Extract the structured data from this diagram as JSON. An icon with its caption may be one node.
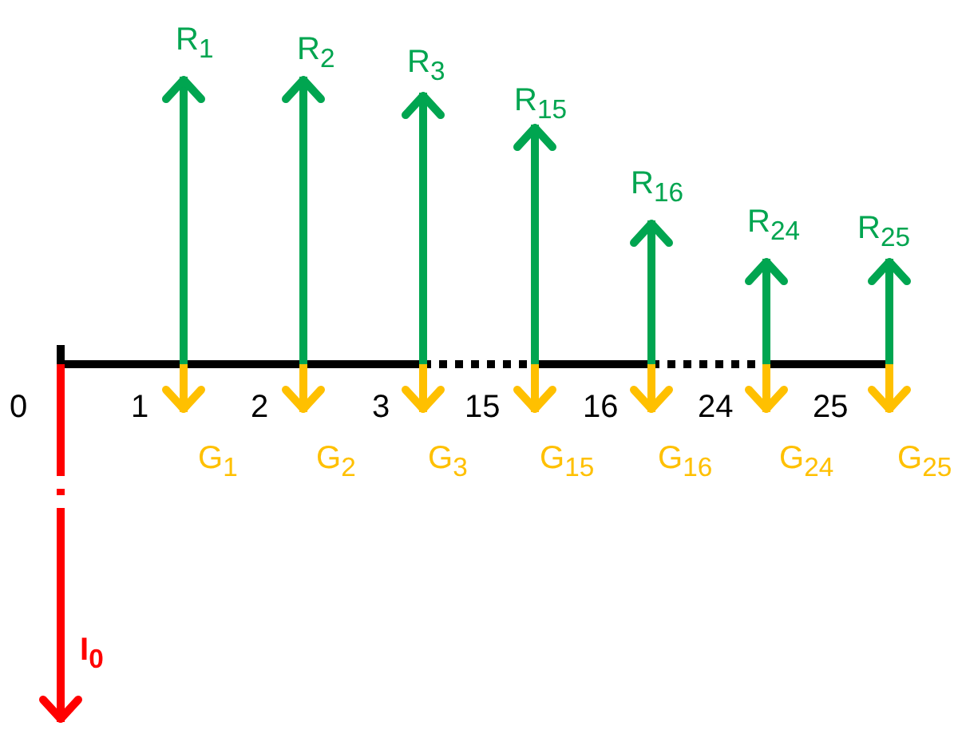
{
  "diagram": {
    "labels": [
      "R$_{1}$",
      "R$_{2}$",
      "R$_{3}$",
      "R$_{15}$",
      "R$_{16}$",
      "R$_{24}$",
      "R$_{25}$",
      "0",
      "1",
      "2",
      "3",
      "15",
      "16",
      "24",
      "25",
      "G$_{1}$",
      "G$_{2}$",
      "G$_{3}$",
      "G$_{15}$",
      "G$_{16}$",
      "G$_{24}$",
      "G$_{25}$",
      "I$_{0}$"
    ]
  }
}
